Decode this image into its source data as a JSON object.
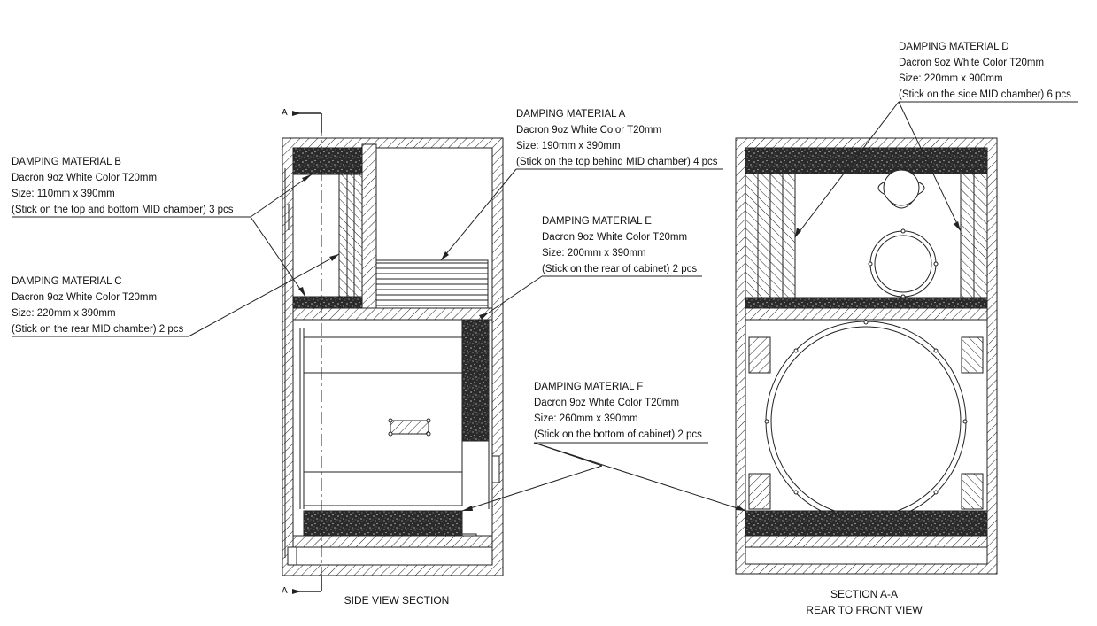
{
  "labels": {
    "mat_a": {
      "title": "DAMPING MATERIAL A",
      "spec": "Dacron 9oz White Color T20mm",
      "size": "Size: 190mm x 390mm",
      "note": "(Stick on the top behind MID chamber) 4 pcs"
    },
    "mat_b": {
      "title": "DAMPING MATERIAL B",
      "spec": "Dacron 9oz White Color T20mm",
      "size": "Size: 110mm x 390mm",
      "note": "(Stick on the top and bottom MID chamber) 3 pcs"
    },
    "mat_c": {
      "title": "DAMPING MATERIAL C",
      "spec": "Dacron 9oz White Color T20mm",
      "size": "Size: 220mm x 390mm",
      "note": "(Stick on the rear MID chamber) 2 pcs"
    },
    "mat_d": {
      "title": "DAMPING MATERIAL D",
      "spec": "Dacron 9oz White Color T20mm",
      "size": "Size: 220mm x 900mm",
      "note": "(Stick on the side MID chamber) 6 pcs"
    },
    "mat_e": {
      "title": "DAMPING MATERIAL E",
      "spec": "Dacron 9oz White Color T20mm",
      "size": "Size: 200mm x 390mm",
      "note": "(Stick on the rear of cabinet) 2 pcs"
    },
    "mat_f": {
      "title": "DAMPING MATERIAL F",
      "spec": "Dacron 9oz White Color T20mm",
      "size": "Size: 260mm x 390mm",
      "note": "(Stick on the bottom of cabinet) 2 pcs"
    }
  },
  "captions": {
    "side_view": "SIDE VIEW SECTION",
    "section_line1": "SECTION A-A",
    "section_line2": "REAR TO FRONT VIEW"
  },
  "section_marks": {
    "top": "A",
    "bottom": "A"
  }
}
